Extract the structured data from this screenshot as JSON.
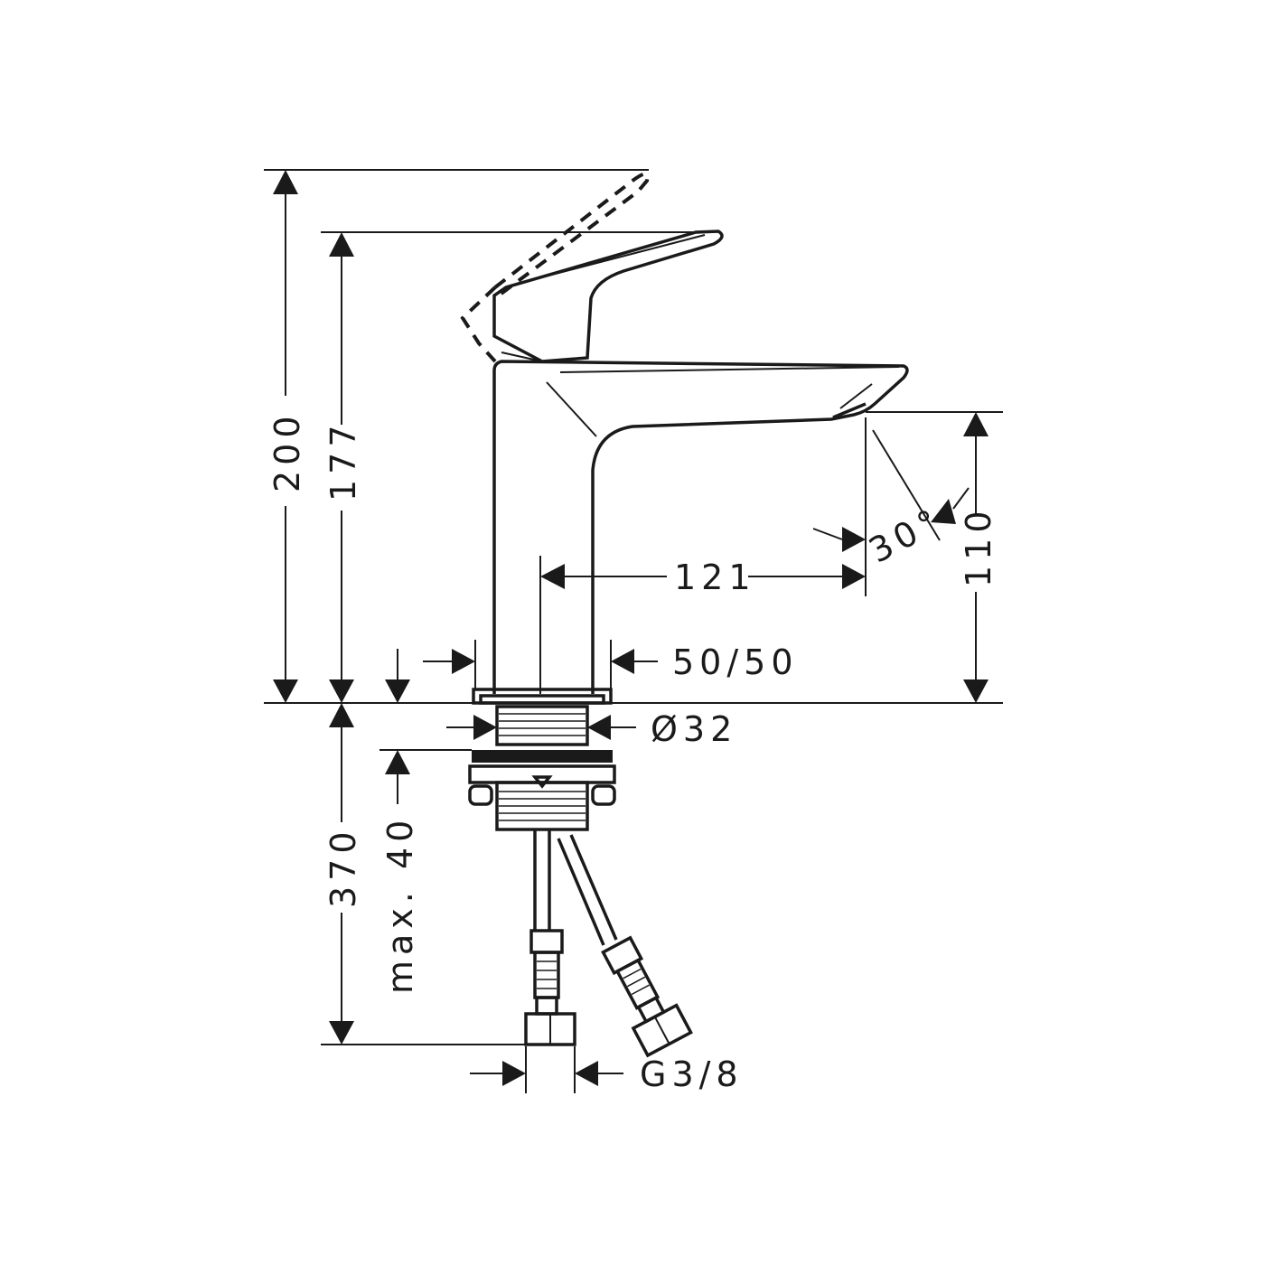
{
  "dimensions": {
    "height_lever_open": "200",
    "height_body": "177",
    "spout_height": "110",
    "projection": "121",
    "angle": "30°",
    "flow_ratio": "50/50",
    "shank_diameter": "Ø32",
    "max_thickness_label": "max.",
    "max_thickness_value": "40",
    "hose_length": "370",
    "connection": "G3/8"
  }
}
